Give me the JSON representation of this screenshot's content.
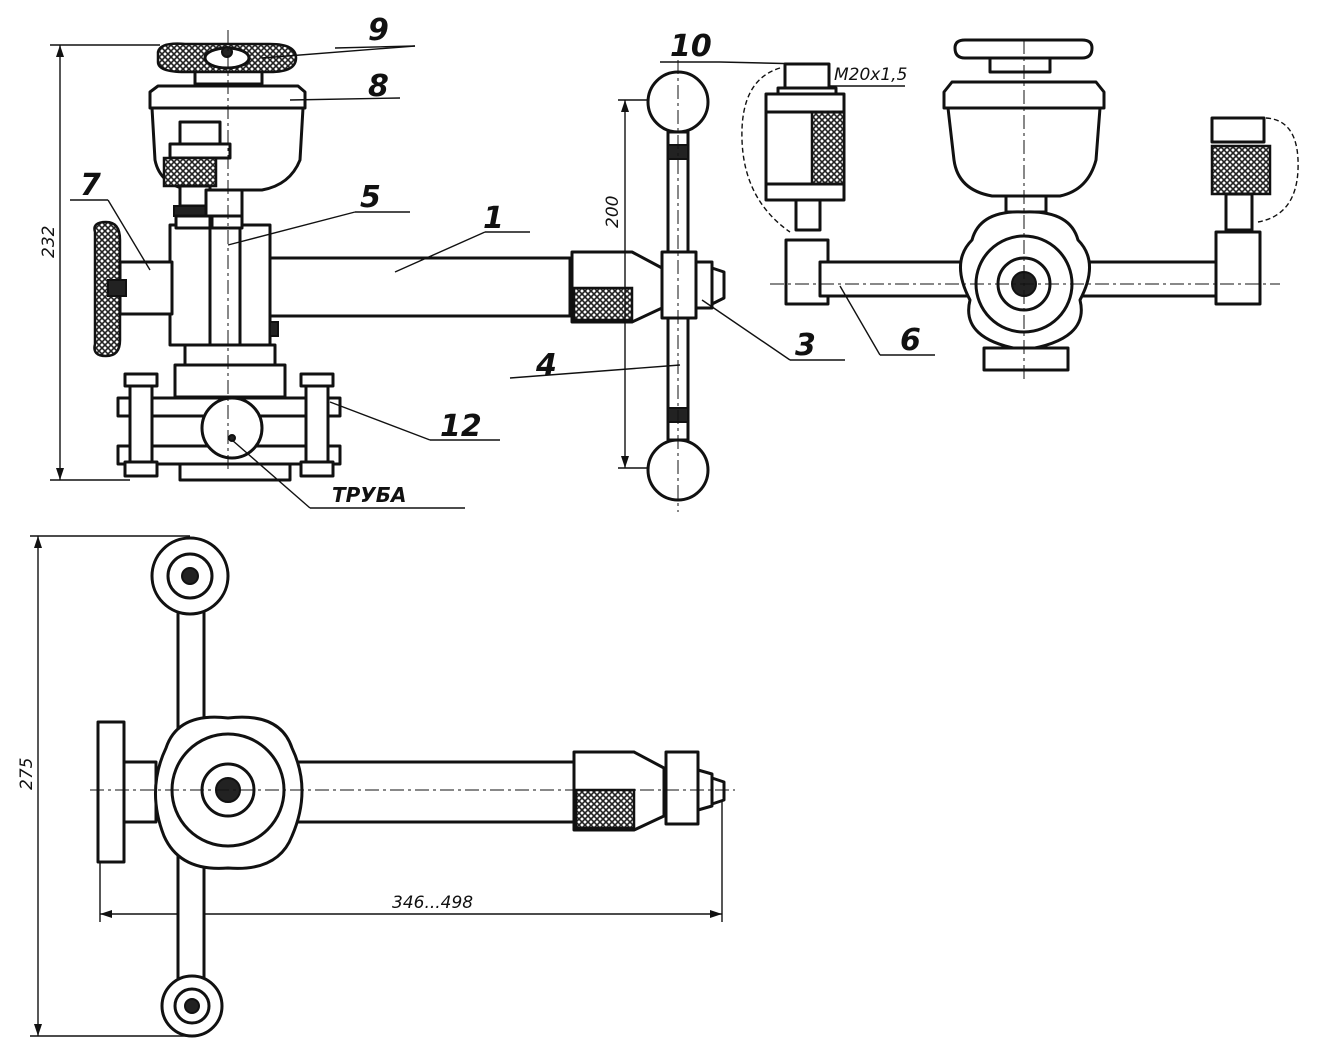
{
  "callouts": {
    "c1": "1",
    "c3": "3",
    "c4": "4",
    "c5": "5",
    "c6": "6",
    "c7": "7",
    "c8": "8",
    "c9": "9",
    "c10": "10",
    "c12": "12",
    "pipe": "ТРУБА",
    "thread": "М20х1,5"
  },
  "dimensions": {
    "height_side": "232",
    "handle_length": "200",
    "height_plan": "275",
    "length_plan": "346...498"
  }
}
